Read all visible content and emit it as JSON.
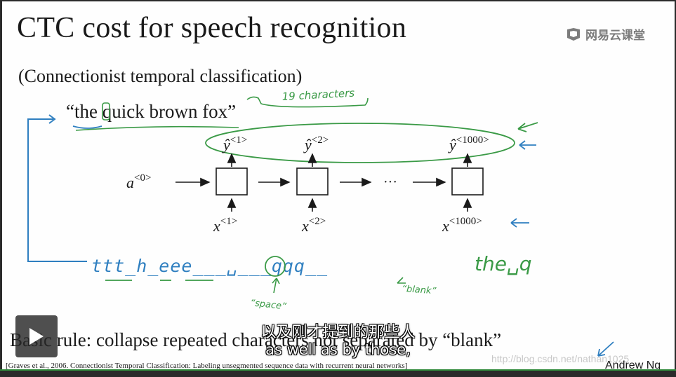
{
  "slide": {
    "title": "CTC cost for speech recognition",
    "subtitle": "(Connectionist temporal classification)",
    "sentence": "“the quick brown fox”",
    "basic_rule": "Basic rule: collapse repeated characters not separated by “blank”",
    "citation": "[Graves et al., 2006. Connectionist Temporal Classification: Labeling unsegmented sequence data with recurrent neural networks]",
    "author": "Andrew Ng"
  },
  "logo": {
    "text": "网易云课堂",
    "icon": "netease-cloud-classroom-icon"
  },
  "watermark": "http://blog.csdn.net/nathan1025",
  "annotations": {
    "char_count": "19 characters",
    "sequence": "ttt_h_eee___␣___qqq__",
    "collapsed": "the␣q",
    "space_label": "“space”",
    "blank_label": "“blank”"
  },
  "rnn": {
    "input_a": "a",
    "input_a_sup": "<0>",
    "ellipsis": "···",
    "outputs": [
      {
        "base": "ŷ",
        "sup": "<1>"
      },
      {
        "base": "ŷ",
        "sup": "<2>"
      },
      {
        "base": "ŷ",
        "sup": "<1000>"
      }
    ],
    "inputs": [
      {
        "base": "x",
        "sup": "<1>"
      },
      {
        "base": "x",
        "sup": "<2>"
      },
      {
        "base": "x",
        "sup": "<1000>"
      }
    ]
  },
  "video_subtitles": {
    "chinese": "以及刚才提到的那些人",
    "english": "as well as by those,"
  },
  "player": {
    "play_icon": "play-icon"
  },
  "colors": {
    "green_ink": "#3a9a46",
    "blue_ink": "#2f7fc0",
    "text": "#1a1a1a",
    "progress": "#2f8a3a"
  }
}
